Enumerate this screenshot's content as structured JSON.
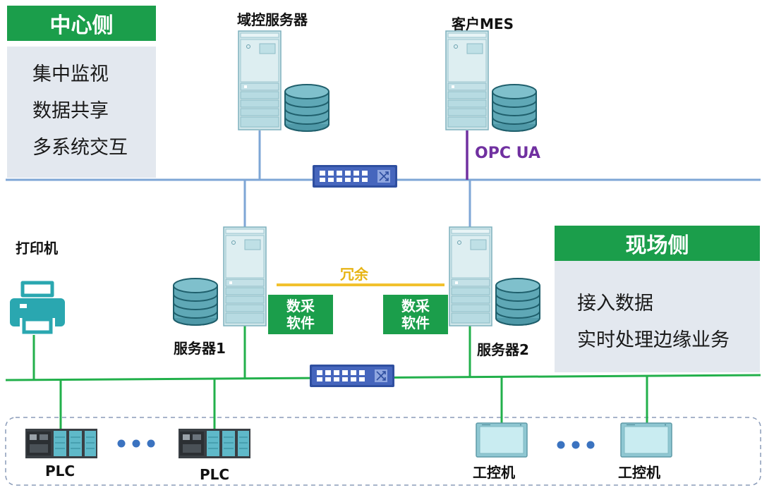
{
  "colors": {
    "center_line": "#7ea6d6",
    "field_line": "#22b04b",
    "opc_line": "#7030a0",
    "redundant_line": "#f2c12e",
    "accent_green": "#1b9e4b",
    "panel_bg": "#e3e8ef"
  },
  "center": {
    "title": "中心侧",
    "items": [
      "集中监视",
      "数据共享",
      "多系统交互"
    ]
  },
  "field": {
    "title": "现场侧",
    "items": [
      "接入数据",
      "实时处理边缘业务"
    ]
  },
  "nodes": {
    "domain_server": "域控服务器",
    "customer_mes": "客户MES",
    "opc_ua": "OPC UA",
    "printer": "打印机",
    "redundant": "冗余",
    "server1": "服务器1",
    "server2": "服务器2",
    "daq_software_1": "数采软件",
    "daq_software_2": "数采软件",
    "plc_1": "PLC",
    "plc_2": "PLC",
    "ipc_1": "工控机",
    "ipc_2": "工控机"
  },
  "icons": {
    "server": "server-tower-icon",
    "database": "database-icon",
    "switch": "network-switch-icon",
    "printer": "printer-icon",
    "plc": "plc-module-icon",
    "ipc": "industrial-pc-icon",
    "ellipsis": "ellipsis-icon"
  }
}
